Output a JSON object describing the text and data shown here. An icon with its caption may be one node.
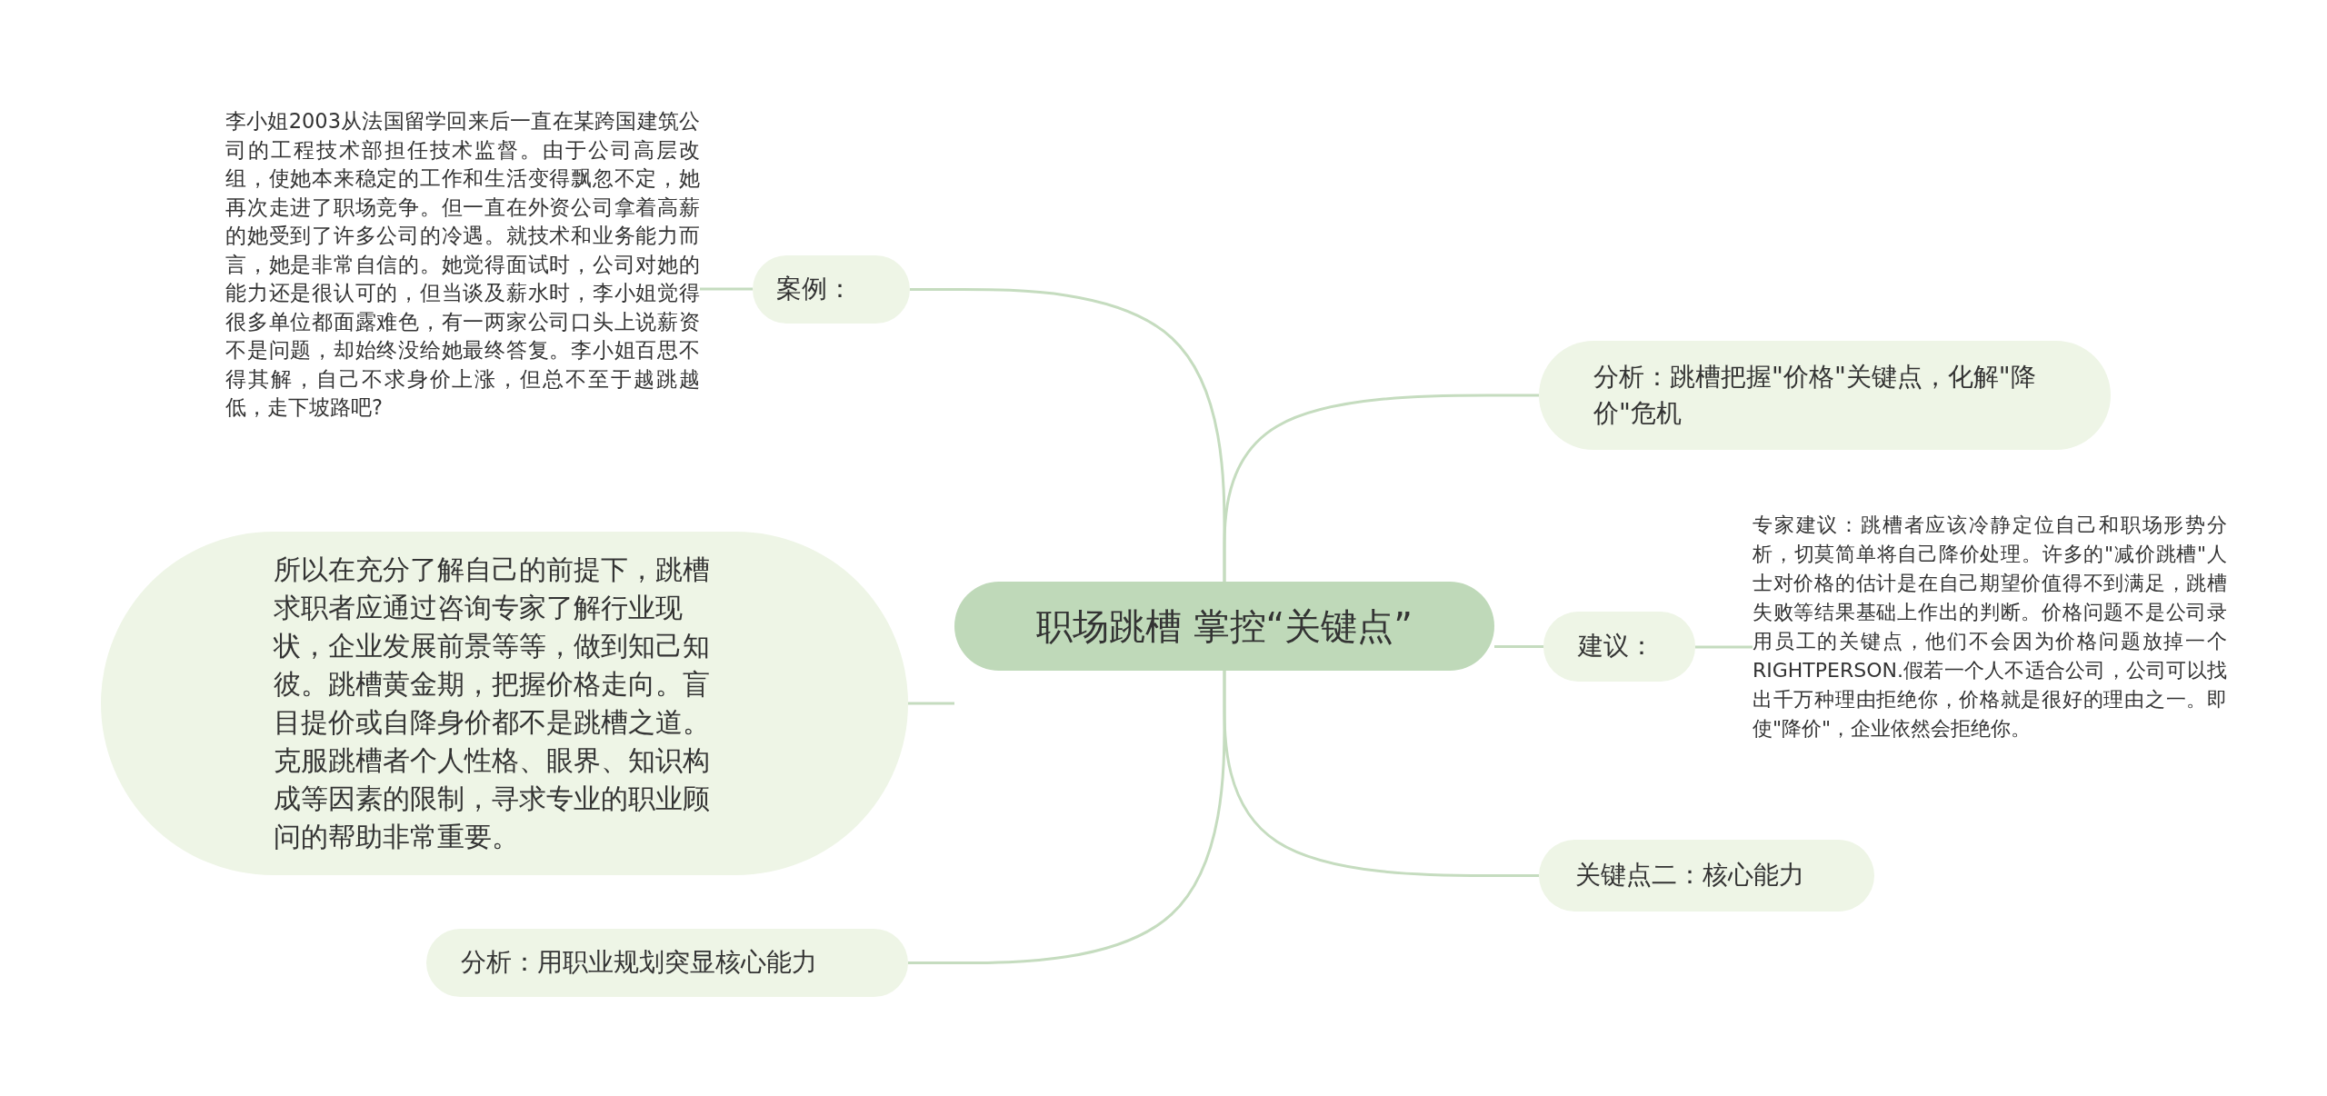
{
  "diagram": {
    "nodes": [
      {
        "text": [
          "职场跳槽 掌控“关键点”"
        ]
      },
      {
        "text": [
          "案例："
        ]
      },
      {
        "text": [
          "李小姐2003从法国留学回来后一直在某跨国建筑公司的工程技术部担任技术监督。由于公司高层改组，使她本来稳定的工作和生活变得飘忽不定，她再次走进了职场竞争。但一直在外资公司拿着高薪的她受到了许多公司的冷遇。就技术和业务能力而言，她是非常自信的。她觉得面试时，公司对她的能力还是很认可的，但当谈及薪水时，李小姐觉得很多单位都面露难色，有一两家公司口头上说薪资不是问题，却始终没给她最终答复。李小姐百思不得其解，自己不求身价上涨，但总不至于越跳越低，走下坡路吧?"
        ]
      },
      {
        "text": [
          "所以在充分了解自己的前提下，跳槽求职者应通过咨询专家了解行业现状，企业发展前景等等，做到知己知彼。跳槽黄金期，把握价格走向。盲目提价或自降身价都不是跳槽之道。克服跳槽者个人性格、眼界、知识构成等因素的限制，寻求专业的职业顾问的帮助非常重要。"
        ]
      },
      {
        "text": [
          "分析：用职业规划突显核心能力"
        ]
      },
      {
        "text": [
          "分析：跳槽把握\"价格\"关键点，化解\"降价\"危机"
        ]
      },
      {
        "text": [
          "建议："
        ]
      },
      {
        "text": [
          "专家建议：跳槽者应该冷静定位自己和职场形势分析，切莫简单将自己降价处理。许多的\"减价跳槽\"人士对价格的估计是在自己期望价值得不到满足，跳槽失败等结果基础上作出的判断。价格问题不是公司录用员工的关键点，他们不会因为价格问题放掉一个RIGHTPERSON.假若一个人不适合公司，公司可以找出千万种理由拒绝你，价格就是很好的理由之一。即使\"降价\"，企业依然会拒绝你。"
        ]
      },
      {
        "text": [
          "关键点二：核心能力"
        ]
      }
    ],
    "edges": [
      {
        "from": 0,
        "to": 1,
        "arrow": "none"
      },
      {
        "from": 1,
        "to": 2,
        "arrow": "none"
      },
      {
        "from": 0,
        "to": 3,
        "arrow": "none"
      },
      {
        "from": 0,
        "to": 4,
        "arrow": "none"
      },
      {
        "from": 0,
        "to": 5,
        "arrow": "none"
      },
      {
        "from": 0,
        "to": 6,
        "arrow": "none"
      },
      {
        "from": 6,
        "to": 7,
        "arrow": "none"
      },
      {
        "from": 0,
        "to": 8,
        "arrow": "none"
      }
    ]
  }
}
